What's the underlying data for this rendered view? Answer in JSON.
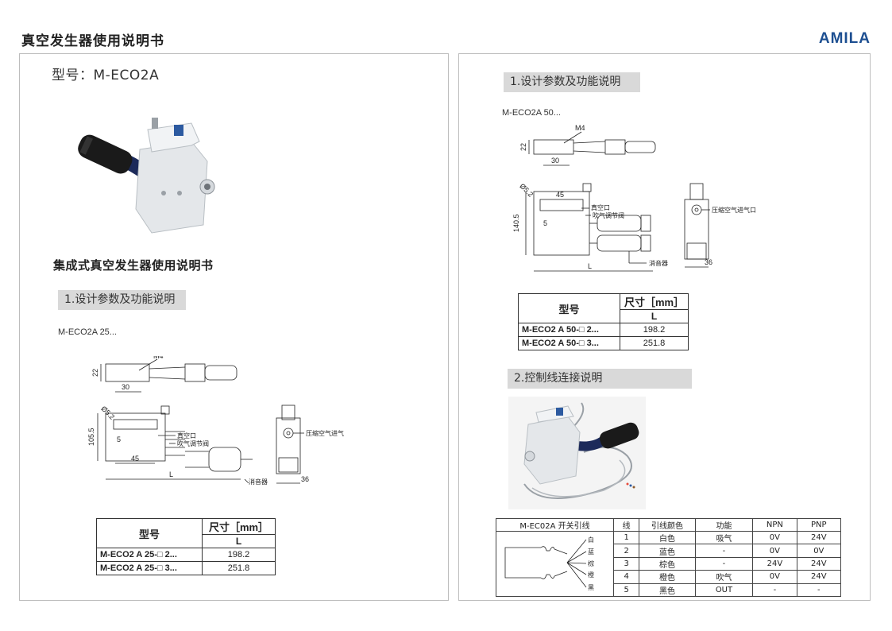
{
  "header": {
    "title": "真空发生器使用说明书",
    "brand": "AMILA"
  },
  "left": {
    "model_line": "型号：M-ECO2A",
    "section_heading": "集成式真空发生器使用说明书",
    "tag": "1.设计参数及功能说明",
    "sub_model": "M-ECO2A 25...",
    "drawing": {
      "m4": "M4",
      "d22": "22",
      "d30": "30",
      "phi": "Ø5.2",
      "d105": "105.5",
      "d5": "5",
      "d45": "45",
      "L": "L",
      "d36": "36",
      "vac_port": "真空口",
      "blow_valve": "吹气调节阀",
      "air_inlet": "压缩空气进气口",
      "muffler": "消音器"
    },
    "table": {
      "col1": "型号",
      "col2": "尺寸［mm］",
      "col2_sub": "L",
      "rows": [
        {
          "model": "M-ECO2 A 25-□ 2...",
          "value": "198.2"
        },
        {
          "model": "M-ECO2 A 25-□ 3...",
          "value": "251.8"
        }
      ]
    }
  },
  "right": {
    "tag1": "1.设计参数及功能说明",
    "sub_model": "M-ECO2A 50...",
    "drawing": {
      "m4": "M4",
      "d22": "22",
      "d30": "30",
      "phi": "Ø5.2",
      "d140": "140.5",
      "d5": "5",
      "d45": "45",
      "L": "L",
      "d36": "36",
      "vac_port": "真空口",
      "blow_valve": "吹气调节阀",
      "air_inlet": "压缩空气进气口",
      "muffler": "消音器"
    },
    "table": {
      "col1": "型号",
      "col2": "尺寸［mm］",
      "col2_sub": "L",
      "rows": [
        {
          "model": "M-ECO2 A 50-□ 2...",
          "value": "198.2"
        },
        {
          "model": "M-ECO2 A 50-□ 3...",
          "value": "251.8"
        }
      ]
    },
    "tag2": "2.控制线连接说明",
    "wire_table": {
      "headers": [
        "M-EC02A 开关引线",
        "线",
        "引线颜色",
        "功能",
        "NPN",
        "PNP"
      ],
      "diagram_labels": [
        "白",
        "蓝",
        "棕",
        "橙",
        "黑"
      ],
      "rows": [
        [
          "1",
          "白色",
          "吸气",
          "0V",
          "24V"
        ],
        [
          "2",
          "蓝色",
          "-",
          "0V",
          "0V"
        ],
        [
          "3",
          "棕色",
          "-",
          "24V",
          "24V"
        ],
        [
          "4",
          "橙色",
          "吹气",
          "0V",
          "24V"
        ],
        [
          "5",
          "黑色",
          "OUT",
          "-",
          "-"
        ]
      ]
    }
  }
}
